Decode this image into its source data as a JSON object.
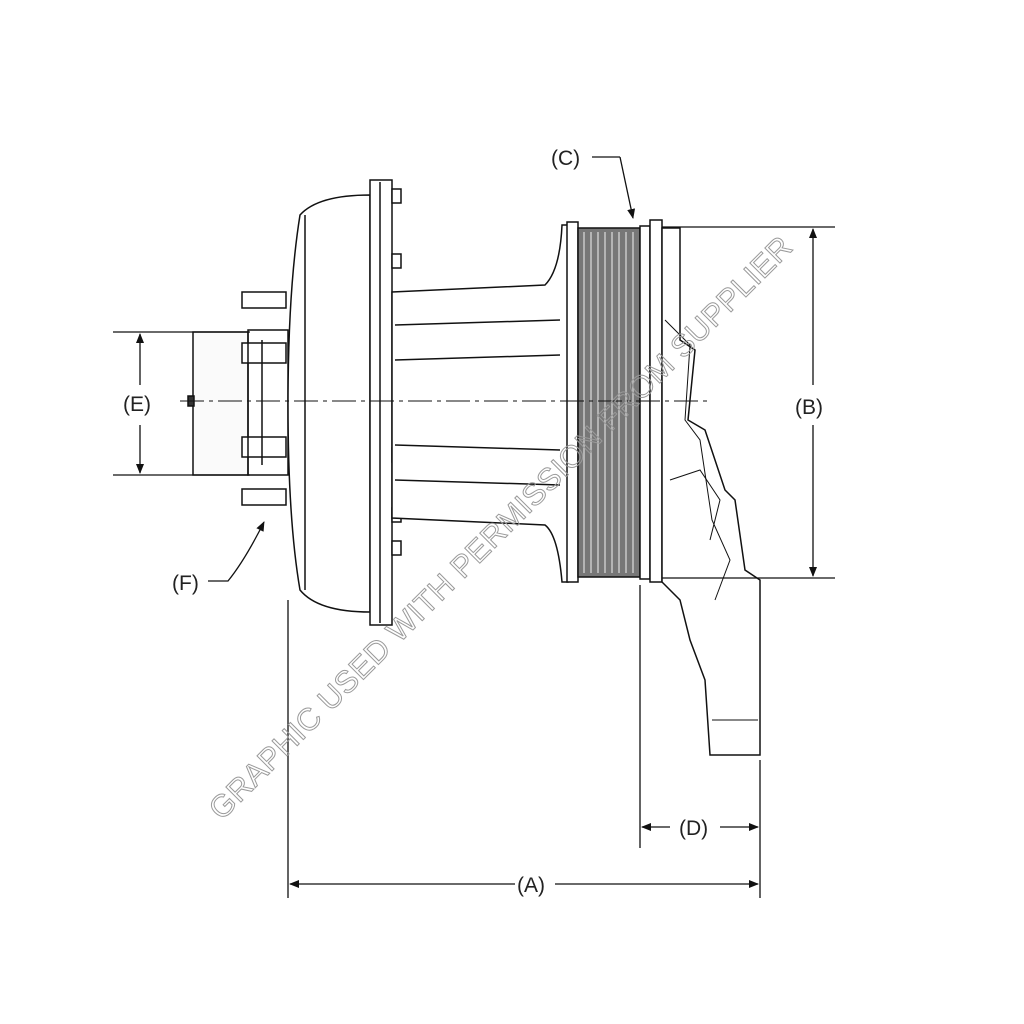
{
  "diagram": {
    "labels": {
      "a": "(A)",
      "b": "(B)",
      "c": "(C)",
      "d": "(D)",
      "e": "(E)",
      "f": "(F)"
    },
    "watermark": "GRAPHIC USED WITH PERMISSION FROM SUPPLIER"
  }
}
